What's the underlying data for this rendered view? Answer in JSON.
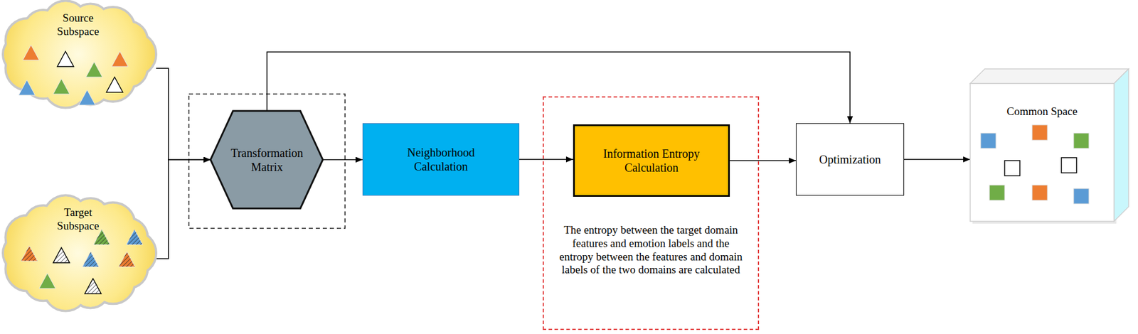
{
  "diagram": {
    "nodes": [
      {
        "text": [
          "Source Subspace"
        ]
      },
      {
        "text": [
          "Target Subspace"
        ]
      },
      {
        "text": [
          "Transformation Matrix"
        ]
      },
      {
        "text": [
          "Neighborhood Calculation"
        ]
      },
      {
        "text": [
          "The entropy between the target domain features and emotion labels and the entropy between the features and domain labels of the two domains are calculated"
        ]
      },
      {
        "text": [
          "Information Entropy Calculation"
        ],
        "in": 4
      },
      {
        "text": [
          "Optimization"
        ]
      },
      {
        "text": [
          "Common Space"
        ]
      }
    ],
    "edges": [
      {
        "from": 0,
        "to": 2,
        "arrow": "to"
      },
      {
        "from": 1,
        "to": 2,
        "arrow": "to"
      },
      {
        "from": 2,
        "to": 3,
        "arrow": "to"
      },
      {
        "from": 3,
        "to": 5,
        "arrow": "to"
      },
      {
        "from": 5,
        "to": 6,
        "arrow": "to"
      },
      {
        "from": 2,
        "to": 6,
        "arrow": "to"
      },
      {
        "from": 6,
        "to": 7,
        "arrow": "to"
      }
    ]
  }
}
